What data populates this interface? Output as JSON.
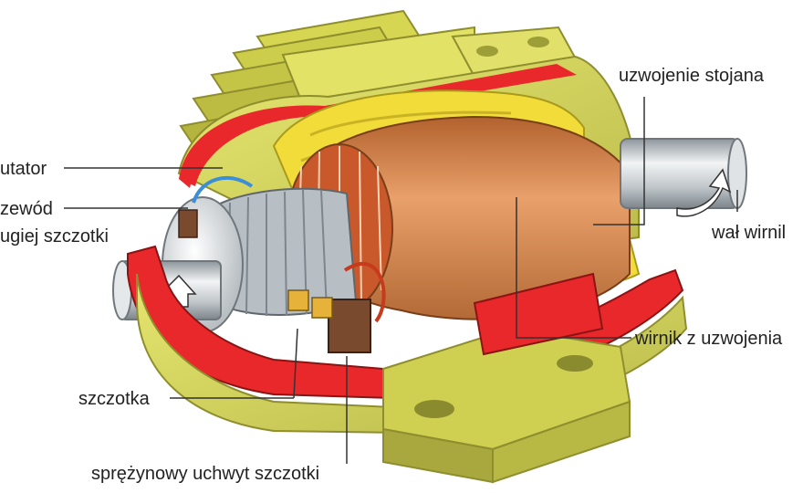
{
  "labels": {
    "komutator": "utator",
    "przewod_line1": "zewód",
    "przewod_line2": "ugiej szczotki",
    "szczotka": "szczotka",
    "uchwyt": "sprężynowy uchwyt szczotki",
    "uzwojenie_stojana": "uzwojenie stojana",
    "wal_wirnika": "wał wirnil",
    "wirnik": "wirnik z uzwojenia"
  },
  "colors": {
    "housing_red": "#e8282a",
    "housing_yellow": "#dede5a",
    "shadow_olive": "#9c9c36",
    "coil_yellow": "#f5e23c",
    "rotor_copper": "#d98a4e",
    "shaft_silver": "#c9ced2",
    "brush_brown": "#7a4a2f",
    "wire_blue": "#3a8fd8"
  }
}
